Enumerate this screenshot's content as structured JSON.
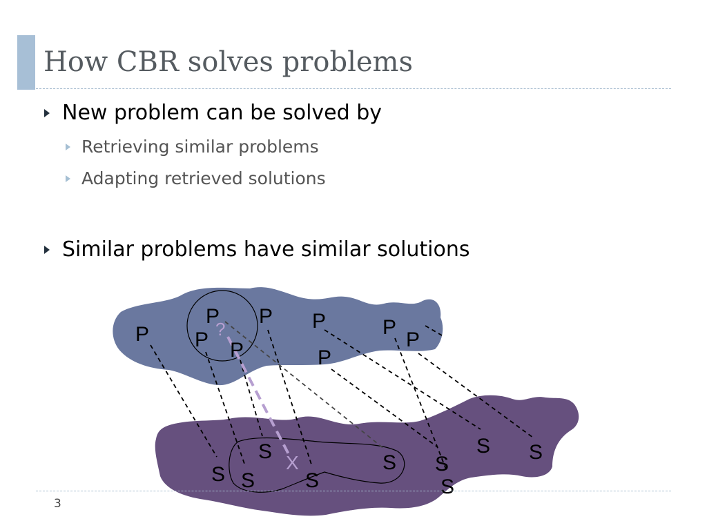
{
  "slide": {
    "title": "How CBR solves problems",
    "page_number": "3",
    "bullets": [
      {
        "text": "New problem can be solved by",
        "sub": [
          "Retrieving similar problems",
          "Adapting retrieved solutions"
        ]
      },
      {
        "text": "Similar problems have similar solutions"
      }
    ]
  },
  "diagram": {
    "problem_label": "P",
    "solution_label": "S",
    "query_label": "?",
    "adapted_label": "X",
    "colors": {
      "problem_space": "#6a789f",
      "solution_space": "#66507e",
      "query_line": "#b69fd0",
      "mapping_line": "#000000"
    }
  }
}
